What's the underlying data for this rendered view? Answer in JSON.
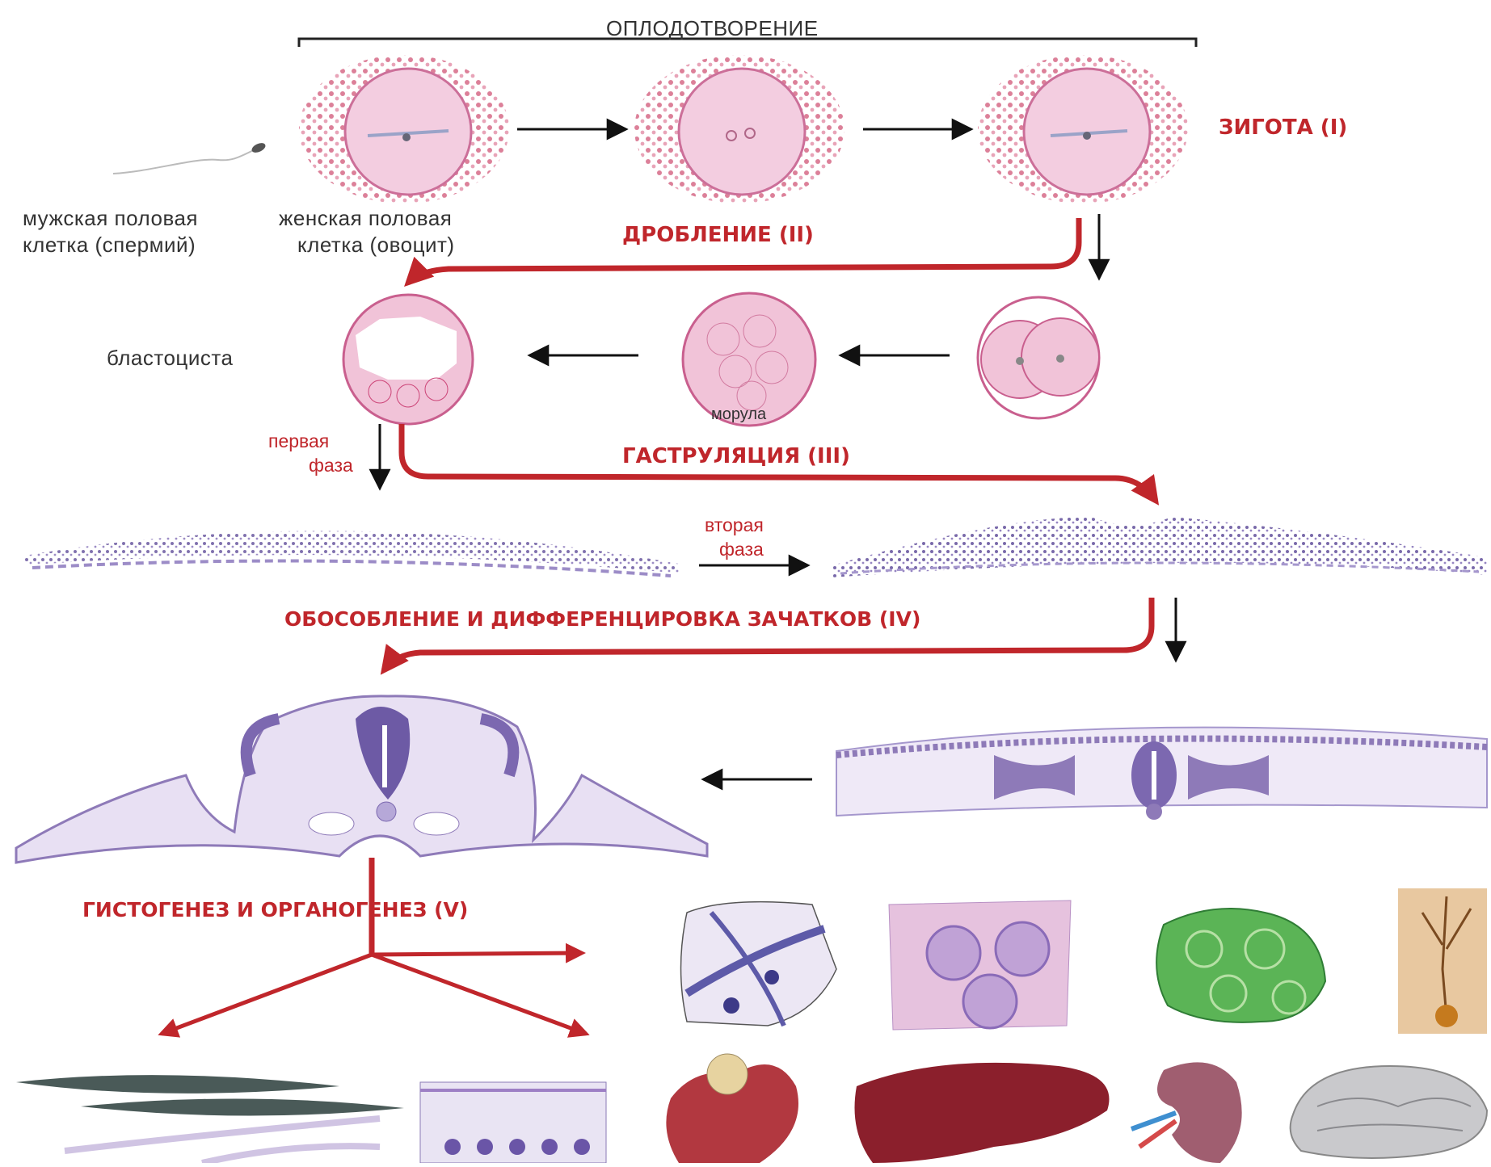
{
  "header": {
    "fertilization": "ОПЛОДОТВОРЕНИЕ"
  },
  "labels": {
    "sperm_line1": "мужская половая",
    "sperm_line2": "клетка (спермий)",
    "oocyte_line1": "женская половая",
    "oocyte_line2": "клетка (овоцит)",
    "blastocyst": "бластоциста",
    "morula": "морула",
    "first_phase_line1": "первая",
    "first_phase_line2": "фаза",
    "second_phase_line1": "вторая",
    "second_phase_line2": "фаза"
  },
  "stages": {
    "zygote": "ЗИГОТА (I)",
    "cleavage": "ДРОБЛЕНИЕ (II)",
    "gastrulation": "ГАСТРУЛЯЦИЯ (III)",
    "differentiation": "ОБОСОБЛЕНИЕ И ДИФФЕРЕНЦИРОВКА ЗАЧАТКОВ (IV)",
    "histogenesis": "ГИСТОГЕНЕЗ И ОРГАНОГЕНЕЗ (V)"
  },
  "colors": {
    "stage_red": "#c0262b",
    "cell_pink": "#f2c4d8",
    "cell_dots": "#d8728e",
    "tissue_purple": "#8e7ab8",
    "tissue_light": "#cfc4e6",
    "arrow_black": "#111111"
  }
}
